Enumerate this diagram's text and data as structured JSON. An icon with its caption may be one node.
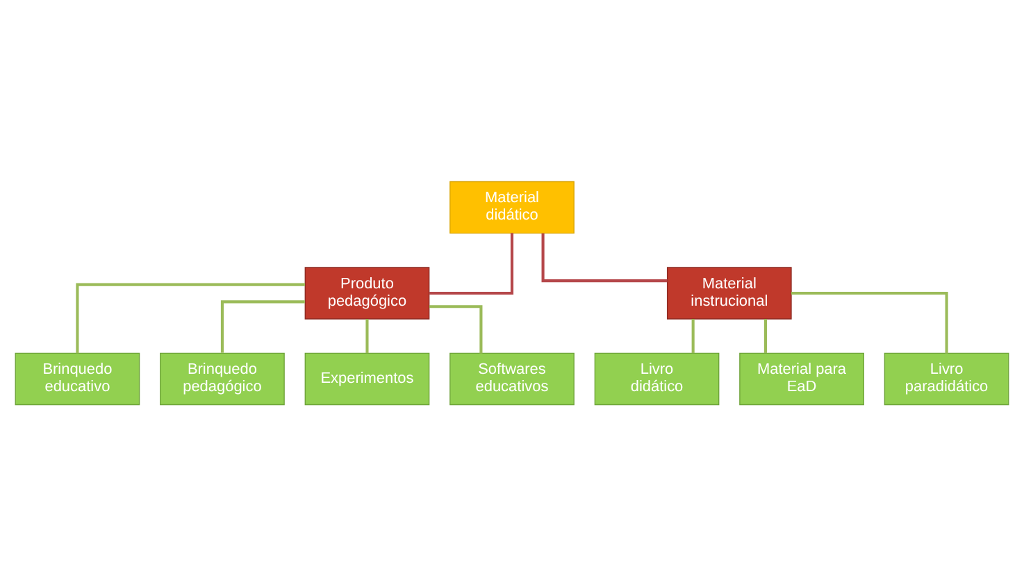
{
  "diagram": {
    "nodes": [
      {
        "text": [
          "Material didático"
        ]
      },
      {
        "text": [
          "Produto pedagógico"
        ]
      },
      {
        "text": [
          "Material instrucional"
        ]
      },
      {
        "text": [
          "Brinquedo educativo"
        ]
      },
      {
        "text": [
          "Brinquedo pedagógico"
        ]
      },
      {
        "text": [
          "Experimentos"
        ]
      },
      {
        "text": [
          "Softwares educativos"
        ]
      },
      {
        "text": [
          "Livro didático"
        ]
      },
      {
        "text": [
          "Material para EaD"
        ]
      },
      {
        "text": [
          "Livro paradidático"
        ]
      }
    ],
    "edges": [
      {
        "from": 0,
        "to": 1,
        "arrow": "none",
        "color": "#b5474a"
      },
      {
        "from": 0,
        "to": 2,
        "arrow": "none",
        "color": "#b5474a"
      },
      {
        "from": 1,
        "to": 3,
        "arrow": "none"
      },
      {
        "from": 1,
        "to": 4,
        "arrow": "none"
      },
      {
        "from": 1,
        "to": 5,
        "arrow": "none"
      },
      {
        "from": 1,
        "to": 6,
        "arrow": "none"
      },
      {
        "from": 2,
        "to": 7,
        "arrow": "none"
      },
      {
        "from": 2,
        "to": 8,
        "arrow": "none"
      },
      {
        "from": 2,
        "to": 9,
        "arrow": "none"
      }
    ]
  }
}
